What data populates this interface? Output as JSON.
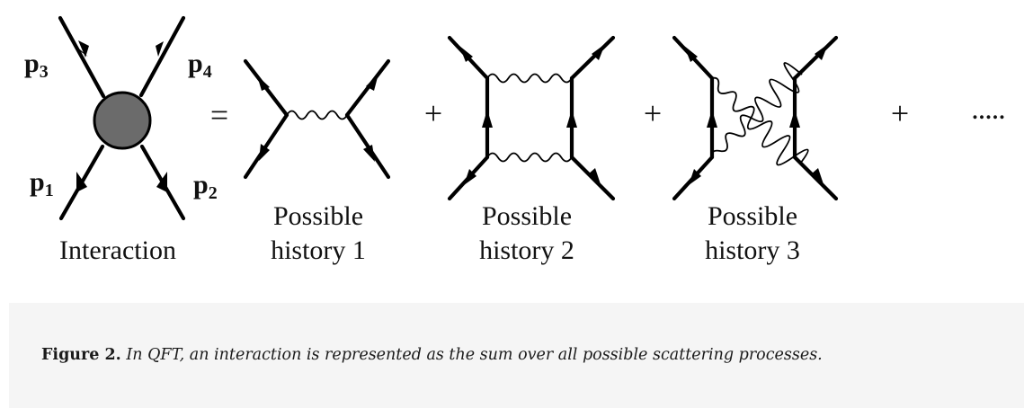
{
  "diagram": {
    "momentum_labels": [
      {
        "base": "p",
        "sub": "3"
      },
      {
        "base": "p",
        "sub": "4"
      },
      {
        "base": "p",
        "sub": "1"
      },
      {
        "base": "p",
        "sub": "2"
      }
    ],
    "interaction_label": "Interaction",
    "equals": "=",
    "plus": "+",
    "ellipsis": ".....",
    "histories": [
      {
        "line1": "Possible",
        "line2": "history 1"
      },
      {
        "line1": "Possible",
        "line2": "history 2"
      },
      {
        "line1": "Possible",
        "line2": "history 3"
      }
    ]
  },
  "caption": {
    "label": "Figure 2.",
    "text": "In QFT, an interaction is represented as the sum over all possible scattering processes."
  }
}
